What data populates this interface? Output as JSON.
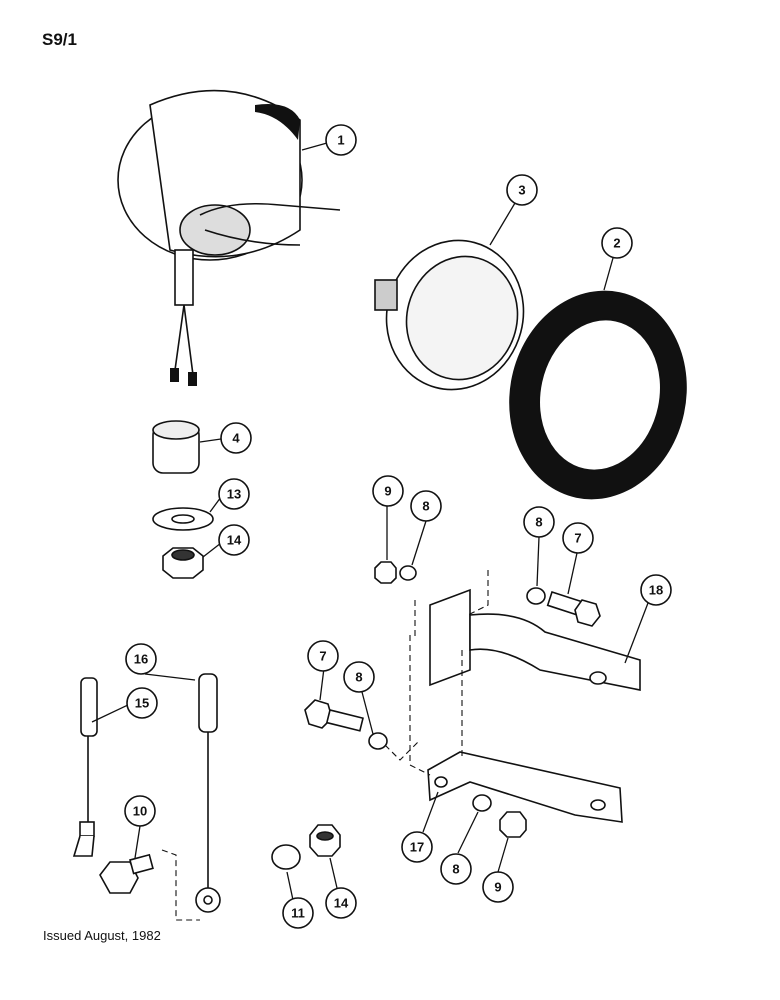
{
  "page_code": "S9/1",
  "footer": {
    "issued": "Issued August, 1982"
  },
  "callouts": [
    {
      "id": "c1",
      "label": "1"
    },
    {
      "id": "c2",
      "label": "2"
    },
    {
      "id": "c3",
      "label": "3"
    },
    {
      "id": "c4",
      "label": "4"
    },
    {
      "id": "c13",
      "label": "13"
    },
    {
      "id": "c14a",
      "label": "14"
    },
    {
      "id": "c9a",
      "label": "9"
    },
    {
      "id": "c8a",
      "label": "8"
    },
    {
      "id": "c8b",
      "label": "8"
    },
    {
      "id": "c7a",
      "label": "7"
    },
    {
      "id": "c18",
      "label": "18"
    },
    {
      "id": "c16",
      "label": "16"
    },
    {
      "id": "c15",
      "label": "15"
    },
    {
      "id": "c7b",
      "label": "7"
    },
    {
      "id": "c8c",
      "label": "8"
    },
    {
      "id": "c10",
      "label": "10"
    },
    {
      "id": "c11",
      "label": "11"
    },
    {
      "id": "c14b",
      "label": "14"
    },
    {
      "id": "c17",
      "label": "17"
    },
    {
      "id": "c8d",
      "label": "8"
    },
    {
      "id": "c9b",
      "label": "9"
    }
  ]
}
